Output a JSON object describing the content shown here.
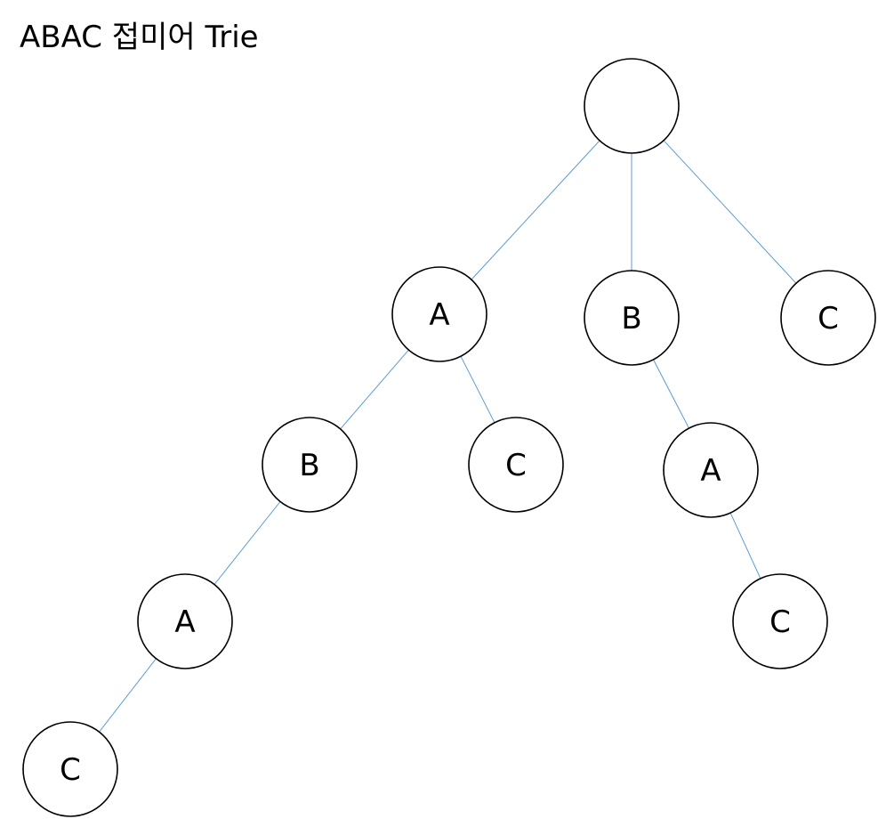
{
  "title": "ABAC 접미어 Trie",
  "colors": {
    "edge": "#5b9bd5",
    "node_stroke": "#000000",
    "node_fill": "#ffffff",
    "text": "#000000"
  },
  "nodes": [
    {
      "id": "root",
      "label": ""
    },
    {
      "id": "n_A",
      "label": "A"
    },
    {
      "id": "n_B",
      "label": "B"
    },
    {
      "id": "n_C",
      "label": "C"
    },
    {
      "id": "n_AB",
      "label": "B"
    },
    {
      "id": "n_AC",
      "label": "C"
    },
    {
      "id": "n_BA",
      "label": "A"
    },
    {
      "id": "n_ABA",
      "label": "A"
    },
    {
      "id": "n_BAC",
      "label": "C"
    },
    {
      "id": "n_ABAC",
      "label": "C"
    }
  ],
  "edges": [
    {
      "from": "root",
      "to": "n_A"
    },
    {
      "from": "root",
      "to": "n_B"
    },
    {
      "from": "root",
      "to": "n_C"
    },
    {
      "from": "n_A",
      "to": "n_AB"
    },
    {
      "from": "n_A",
      "to": "n_AC"
    },
    {
      "from": "n_B",
      "to": "n_BA"
    },
    {
      "from": "n_AB",
      "to": "n_ABA"
    },
    {
      "from": "n_BA",
      "to": "n_BAC"
    },
    {
      "from": "n_ABA",
      "to": "n_ABAC"
    }
  ]
}
